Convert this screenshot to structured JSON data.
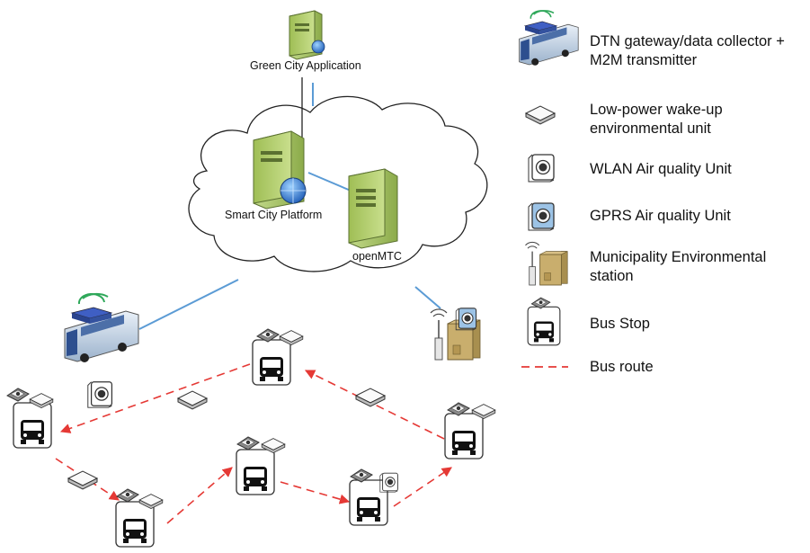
{
  "diagram": {
    "nodes": {
      "green_city_app": "Green City Application",
      "smart_city_platform": "Smart City Platform",
      "openmtc": "openMTC"
    }
  },
  "legend": {
    "items": [
      {
        "icon": "bus-gateway-icon",
        "text": "DTN gateway/data collector +\nM2M transmitter"
      },
      {
        "icon": "wakeup-unit-icon",
        "text": "Low-power wake-up\nenvironmental unit"
      },
      {
        "icon": "wlan-air-unit-icon",
        "text": "WLAN Air quality Unit"
      },
      {
        "icon": "gprs-air-unit-icon",
        "text": "GPRS Air quality Unit"
      },
      {
        "icon": "municipality-station-icon",
        "text": "Municipality Environmental\nstation"
      },
      {
        "icon": "bus-stop-icon",
        "text": "Bus Stop"
      },
      {
        "icon": "bus-route-icon",
        "text": "Bus route"
      }
    ]
  },
  "colors": {
    "server_green": "#b3cf6e",
    "server_dark": "#7b9641",
    "link_blue": "#5b9bd5",
    "route_red": "#e53935",
    "gprs_blue": "#9cc3e6",
    "gateway_blue": "#3f5fc4"
  }
}
